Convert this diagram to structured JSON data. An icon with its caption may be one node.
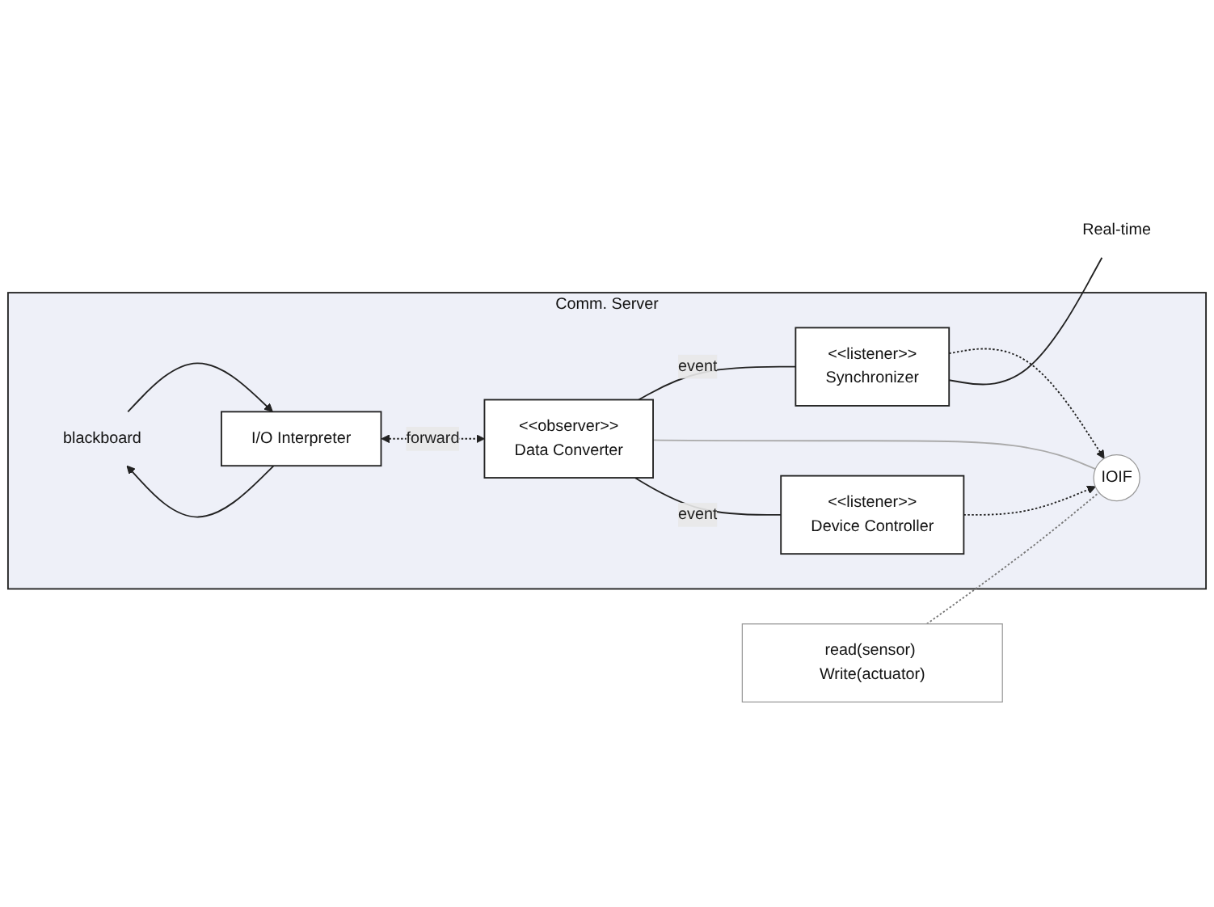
{
  "diagram": {
    "nodes": [
      {
        "text": [
          "Comm. Server"
        ]
      },
      {
        "text": [
          "blackboard"
        ],
        "in": 0
      },
      {
        "text": [
          "I/O Interpreter"
        ],
        "in": 0
      },
      {
        "text": [
          "<<observer>>",
          "Data Converter"
        ],
        "in": 0
      },
      {
        "text": [
          "<<listener>>",
          "Synchronizer"
        ],
        "in": 0
      },
      {
        "text": [
          "IOIF"
        ],
        "in": 0
      },
      {
        "text": [
          "<<listener>>",
          "Device Controller"
        ],
        "in": 0
      },
      {
        "text": [
          "Real-time"
        ]
      },
      {
        "text": [
          "read(sensor) Write(actuator)"
        ]
      }
    ],
    "edges": [
      {
        "from": 1,
        "to": 2,
        "arrow": "to"
      },
      {
        "from": 2,
        "to": 1,
        "arrow": "to"
      },
      {
        "from": 2,
        "to": 3,
        "arrow": "both",
        "label": "forward",
        "style": "dashed"
      },
      {
        "from": 3,
        "to": 4,
        "arrow": "none",
        "label": "event"
      },
      {
        "from": 3,
        "to": 5,
        "arrow": "none",
        "color": "#aaaaaa"
      },
      {
        "from": 4,
        "to": 5,
        "arrow": "to",
        "style": "dashed"
      },
      {
        "from": 6,
        "to": 5,
        "arrow": "to",
        "style": "dashed"
      },
      {
        "from": 3,
        "to": 6,
        "arrow": "none",
        "label": "event"
      },
      {
        "from": 4,
        "to": 7,
        "arrow": "none"
      },
      {
        "from": 8,
        "to": 5,
        "arrow": "none",
        "style": "dashed",
        "color": "#777777"
      }
    ]
  }
}
